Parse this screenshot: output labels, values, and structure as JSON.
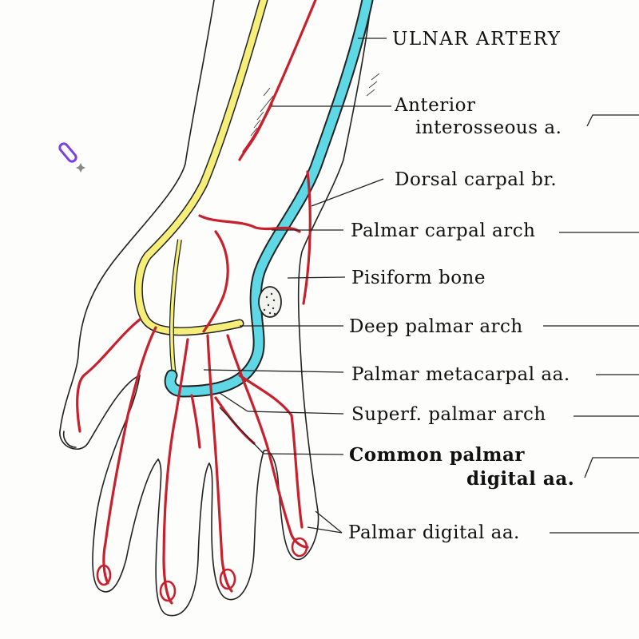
{
  "labels": {
    "ulnar_artery": "ULNAR ARTERY",
    "anterior_interosseous_1": "Anterior",
    "anterior_interosseous_2": "interosseous a.",
    "dorsal_carpal": "Dorsal carpal br.",
    "palmar_carpal_arch": "Palmar carpal arch",
    "pisiform_bone": "Pisiform bone",
    "deep_palmar_arch": "Deep palmar arch",
    "palmar_metacarpal": "Palmar metacarpal aa.",
    "superf_palmar_arch": "Superf. palmar arch",
    "common_palmar_digital_1": "Common palmar",
    "common_palmar_digital_2": "digital aa.",
    "palmar_digital": "Palmar digital aa."
  },
  "colors": {
    "ulnar_artery": "#5fd8e6",
    "radial_artery": "#f5ef7a",
    "branch_arteries": "#c8202c",
    "outline": "#222222",
    "cursor_icon": "#7b3fe4"
  },
  "icons": [
    "pen-cursor-icon"
  ]
}
